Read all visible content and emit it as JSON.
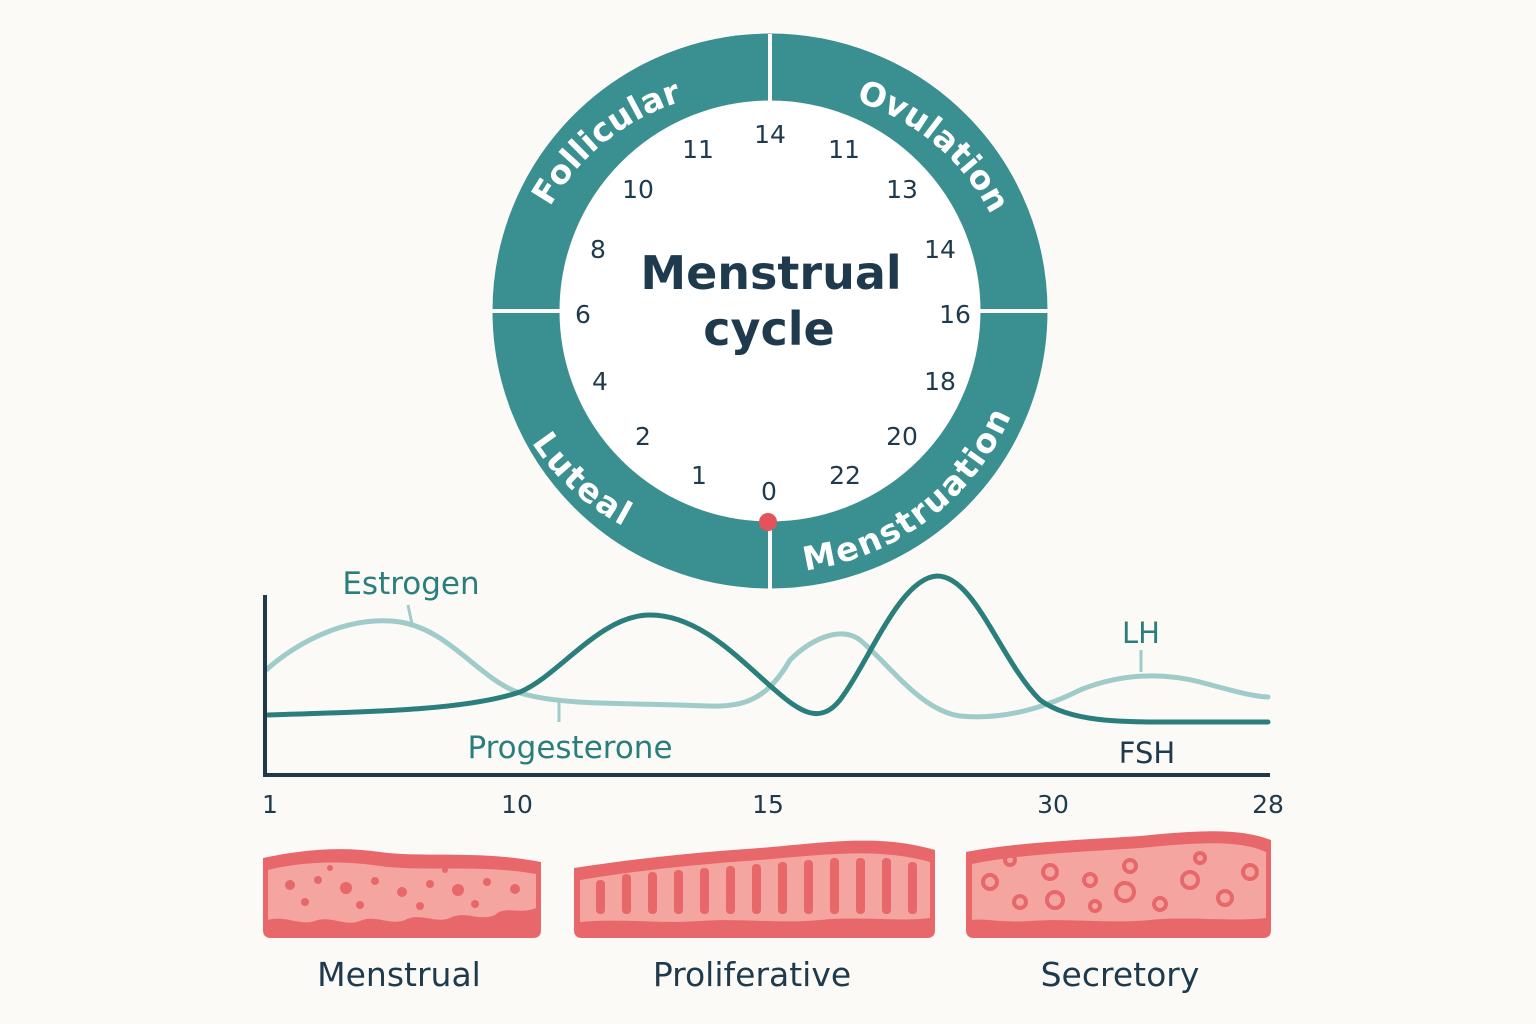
{
  "colors": {
    "ring": "#3a8f91",
    "dark_teal": "#2a7f7c",
    "light_teal": "#9fcbc8",
    "navy": "#1f3a4d",
    "tissue_base": "#e8676a",
    "tissue_light": "#f5a5a0",
    "marker": "#e5535a",
    "background": "#fcfaf6"
  },
  "cycle": {
    "title_line1": "Menstrual",
    "title_line2": "cycle",
    "phases": {
      "follicular": "Follicular",
      "ovulation": "Ovulation",
      "luteal": "Luteal",
      "menstruation": "Menstruation"
    },
    "day_labels": [
      "14",
      "11",
      "13",
      "14",
      "16",
      "18",
      "20",
      "22",
      "0",
      "1",
      "2",
      "4",
      "6",
      "8",
      "10",
      "11"
    ]
  },
  "hormones": {
    "estrogen": "Estrogen",
    "progesterone": "Progesterone",
    "lh": "LH",
    "fsh": "FSH",
    "x_ticks": [
      "1",
      "10",
      "15",
      "30",
      "28"
    ]
  },
  "endometrium": {
    "menstrual": "Menstrual",
    "proliferative": "Proliferative",
    "secretory": "Secretory"
  }
}
